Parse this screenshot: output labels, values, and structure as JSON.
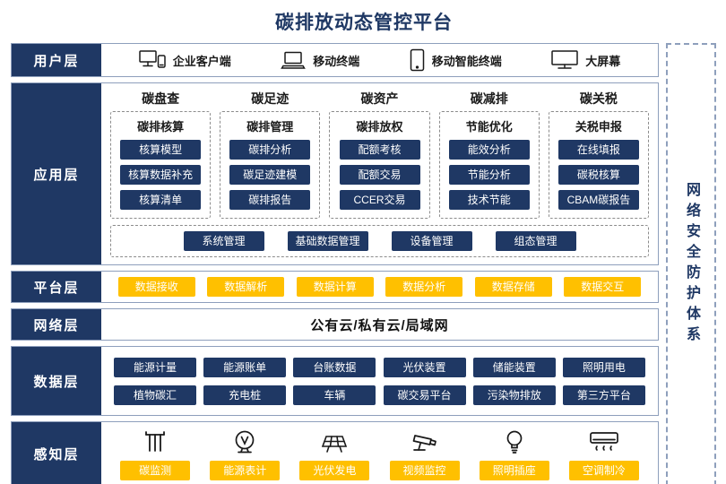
{
  "title": "碳排放动态管控平台",
  "colors": {
    "navy": "#1f3864",
    "yellow": "#ffc000",
    "border": "#8e9fbc"
  },
  "security": {
    "label": "网络安全防护体系"
  },
  "layers": {
    "user": {
      "label": "用户层",
      "items": [
        {
          "icon": "desktop-client-icon",
          "label": "企业客户端"
        },
        {
          "icon": "laptop-icon",
          "label": "移动终端"
        },
        {
          "icon": "tablet-icon",
          "label": "移动智能终端"
        },
        {
          "icon": "big-screen-icon",
          "label": "大屏幕"
        }
      ]
    },
    "application": {
      "label": "应用层",
      "columns": [
        {
          "title": "碳盘查",
          "subtitle": "碳排核算",
          "items": [
            "核算模型",
            "核算数据补充",
            "核算清单"
          ]
        },
        {
          "title": "碳足迹",
          "subtitle": "碳排管理",
          "items": [
            "碳排分析",
            "碳足迹建模",
            "碳排报告"
          ]
        },
        {
          "title": "碳资产",
          "subtitle": "碳排放权",
          "items": [
            "配额考核",
            "配额交易",
            "CCER交易"
          ]
        },
        {
          "title": "碳减排",
          "subtitle": "节能优化",
          "items": [
            "能效分析",
            "节能分析",
            "技术节能"
          ]
        },
        {
          "title": "碳关税",
          "subtitle": "关税申报",
          "items": [
            "在线填报",
            "碳税核算",
            "CBAM碳报告"
          ]
        }
      ],
      "bottom": [
        "系统管理",
        "基础数据管理",
        "设备管理",
        "组态管理"
      ]
    },
    "platform": {
      "label": "平台层",
      "items": [
        "数据接收",
        "数据解析",
        "数据计算",
        "数据分析",
        "数据存储",
        "数据交互"
      ]
    },
    "network": {
      "label": "网络层",
      "text": "公有云/私有云/局域网"
    },
    "data": {
      "label": "数据层",
      "rows": [
        [
          "能源计量",
          "能源账单",
          "台账数据",
          "光伏装置",
          "储能装置",
          "照明用电"
        ],
        [
          "植物碳汇",
          "充电桩",
          "车辆",
          "碳交易平台",
          "污染物排放",
          "第三方平台"
        ]
      ]
    },
    "perception": {
      "label": "感知层",
      "items": [
        {
          "icon": "carbon-monitor-icon",
          "label": "碳监测"
        },
        {
          "icon": "energy-meter-icon",
          "label": "能源表计"
        },
        {
          "icon": "solar-pv-icon",
          "label": "光伏发电"
        },
        {
          "icon": "cctv-icon",
          "label": "视频监控"
        },
        {
          "icon": "bulb-icon",
          "label": "照明插座"
        },
        {
          "icon": "ac-icon",
          "label": "空调制冷"
        }
      ]
    }
  }
}
